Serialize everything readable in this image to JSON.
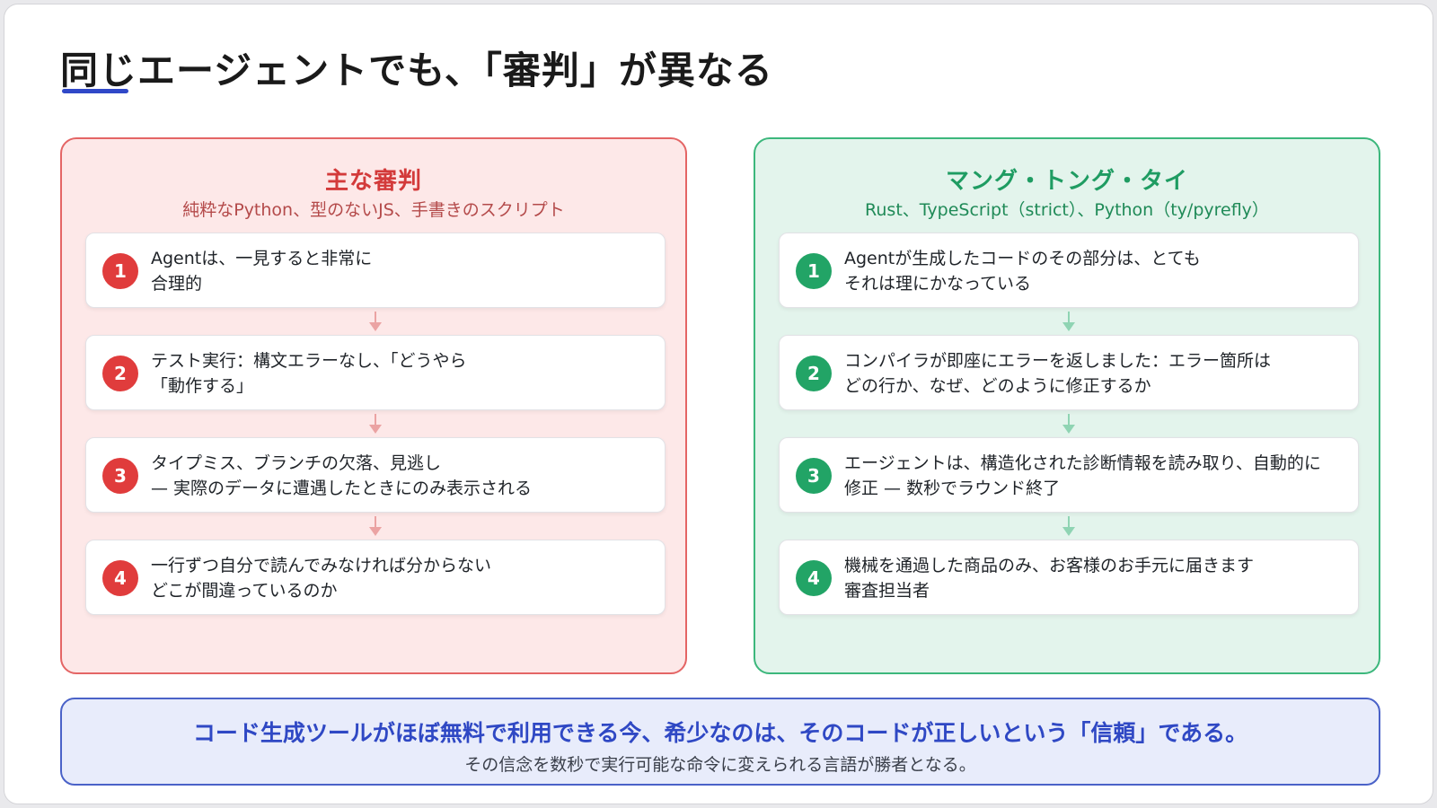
{
  "title": "同じエージェントでも、「審判」が異なる",
  "colors": {
    "accent": "#3048c8",
    "left_accent": "#e03c3c",
    "left_bg": "#fde8e8",
    "right_accent": "#22a466",
    "right_bg": "#e3f4ec",
    "bottom_accent": "#2f48c4",
    "bottom_bg": "#e8ecfb"
  },
  "left": {
    "title": "主な審判",
    "subtitle": "純粋なPython、型のないJS、手書きのスクリプト",
    "steps": [
      {
        "num": "1",
        "line1": "Agentは、一見すると非常に",
        "line2": "合理的"
      },
      {
        "num": "2",
        "line1": "テスト実行：構文エラーなし、「どうやら",
        "line2": "「動作する」"
      },
      {
        "num": "3",
        "line1": "タイプミス、ブランチの欠落、見逃し",
        "line2": "— 実際のデータに遭遇したときにのみ表示される"
      },
      {
        "num": "4",
        "line1": "一行ずつ自分で読んでみなければ分からない",
        "line2": "どこが間違っているのか"
      }
    ]
  },
  "right": {
    "title": "マング・トング・タイ",
    "subtitle": "Rust、TypeScript（strict）、Python（ty/pyrefly）",
    "steps": [
      {
        "num": "1",
        "line1": "Agentが生成したコードのその部分は、とても",
        "line2": "それは理にかなっている"
      },
      {
        "num": "2",
        "line1": "コンパイラが即座にエラーを返しました：エラー箇所は",
        "line2": "どの行か、なぜ、どのように修正するか"
      },
      {
        "num": "3",
        "line1": "エージェントは、構造化された診断情報を読み取り、自動的に",
        "line2": "修正 — 数秒でラウンド終了"
      },
      {
        "num": "4",
        "line1": "機械を通過した商品のみ、お客様のお手元に届きます",
        "line2": "審査担当者"
      }
    ]
  },
  "bottom": {
    "main": "コード生成ツールがほぼ無料で利用できる今、希少なのは、そのコードが正しいという「信頼」である。",
    "sub": "その信念を数秒で実行可能な命令に変えられる言語が勝者となる。"
  }
}
